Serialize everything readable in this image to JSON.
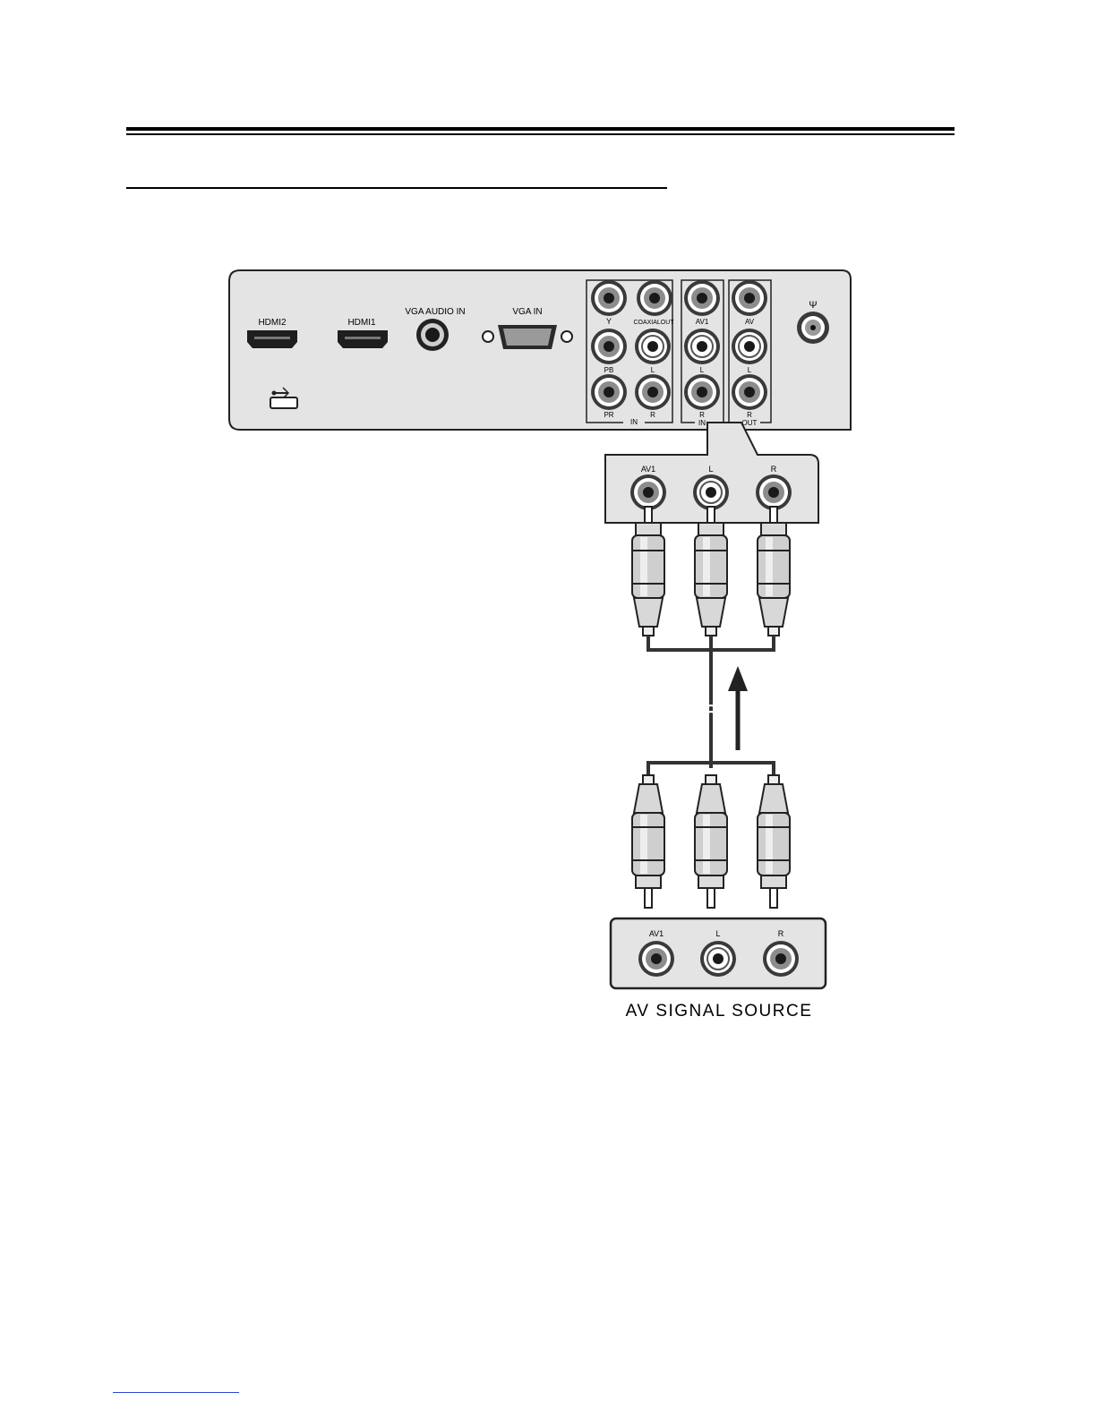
{
  "back_panel": {
    "hdmi2_label": "HDMI2",
    "hdmi1_label": "HDMI1",
    "vga_audio_label": "VGA AUDIO IN",
    "vga_in_label": "VGA IN",
    "antenna_symbol": "Ψ",
    "component": {
      "y": "Y",
      "pb": "PB",
      "pr": "PR",
      "l": "L",
      "r": "R",
      "in": "IN",
      "coaxial": "COAXIALOUT"
    },
    "av_in": {
      "title": "AV1",
      "l": "L",
      "r": "R",
      "in": "IN"
    },
    "av_out": {
      "title": "AV",
      "l": "L",
      "r": "R",
      "out": "OUT"
    }
  },
  "zoom_panel": {
    "av1": "AV1",
    "l": "L",
    "r": "R"
  },
  "source_panel": {
    "av1": "AV1",
    "l": "L",
    "r": "R"
  },
  "source_caption": "AV SIGNAL SOURCE",
  "colors": {
    "panel_fill": "#e4e4e4",
    "outline": "#222222",
    "jack_dark": "#3a3a3a",
    "jack_white": "#ffffff",
    "link": "#2a4bd6"
  }
}
